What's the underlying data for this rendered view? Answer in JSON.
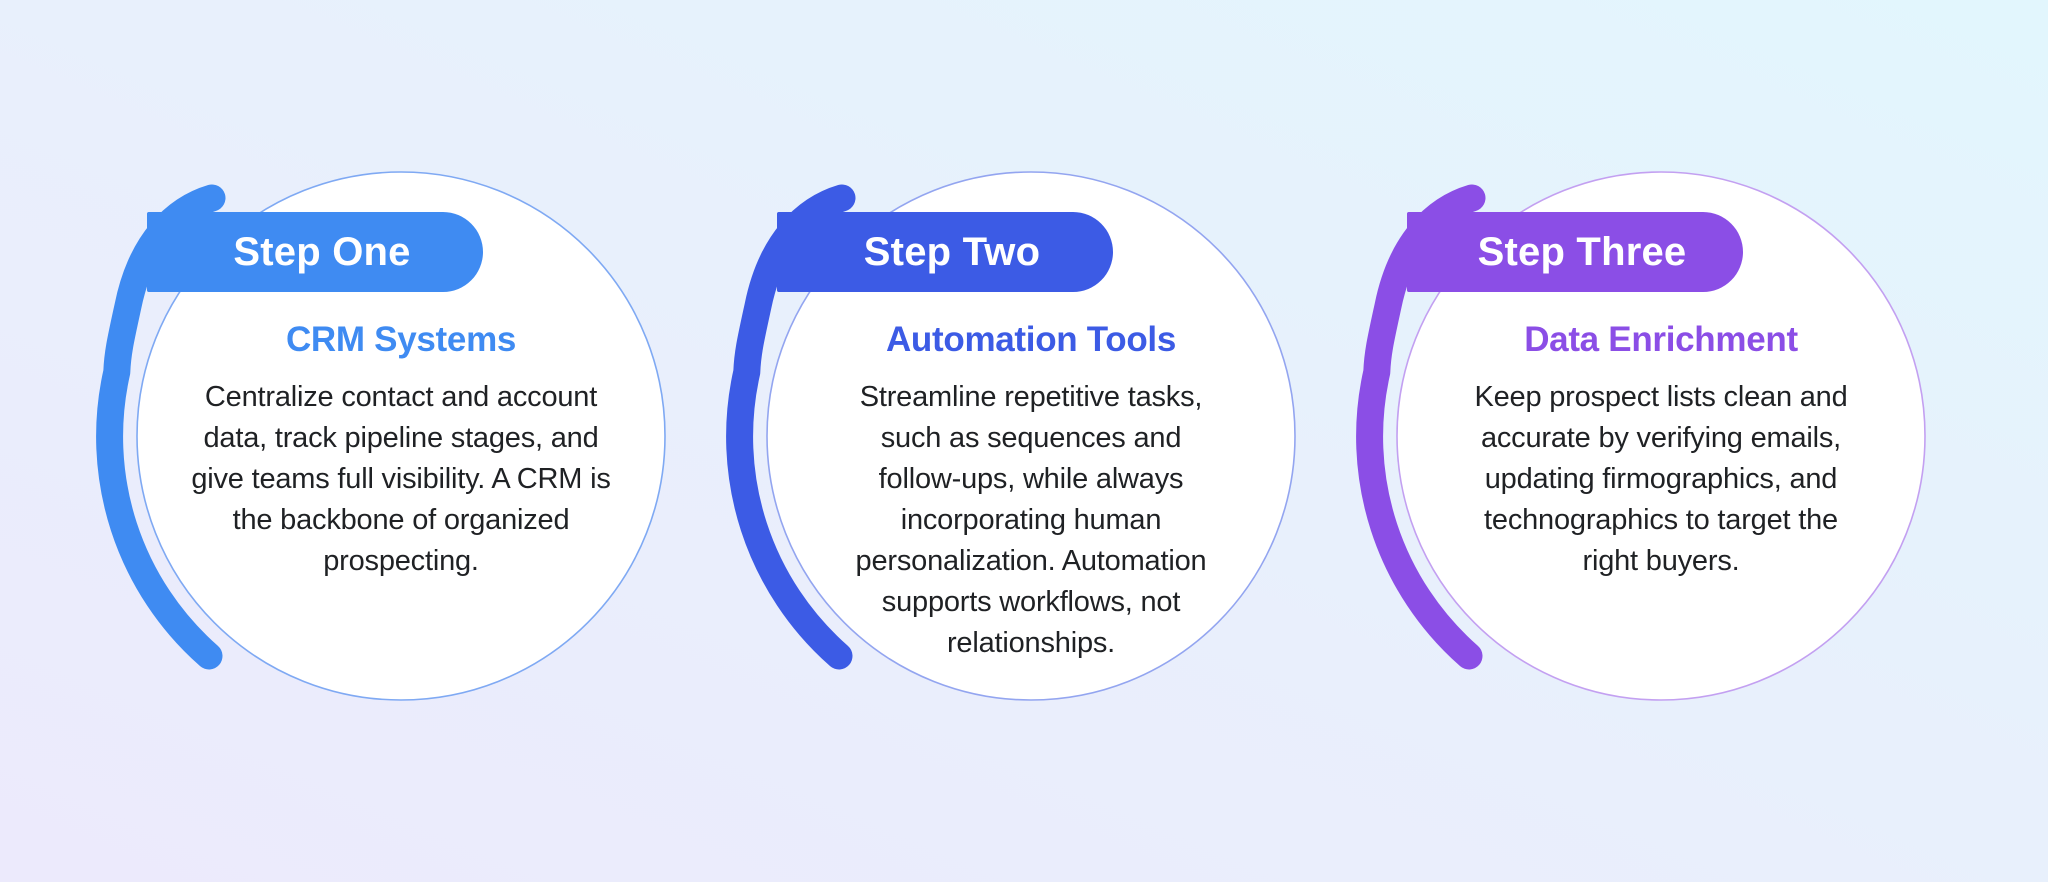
{
  "page": {
    "background": {
      "gradient_from": "#ECEAFC",
      "gradient_mid": "#E9EFFC",
      "gradient_to": "#E2F6FD"
    },
    "body_text_color": "#1F2124"
  },
  "cards": [
    {
      "step_label": "Step One",
      "title": "CRM Systems",
      "body": "Centralize contact and account\ndata, track pipeline stages, and\ngive teams full visibility. A CRM is\nthe backbone of organized\nprospecting.",
      "accent_color": "#3F8BF2",
      "ring_color": "#7FA9F3"
    },
    {
      "step_label": "Step Two",
      "title": "Automation Tools",
      "body": "Streamline repetitive tasks,\nsuch as sequences and\nfollow-ups, while always\nincorporating human\npersonalization. Automation\nsupports workflows, not\nrelationships.",
      "accent_color": "#3C5BE5",
      "ring_color": "#93A5F0"
    },
    {
      "step_label": "Step Three",
      "title": "Data Enrichment",
      "body": "Keep prospect lists clean and\naccurate by verifying emails,\nupdating firmographics, and\ntechnographics to target the\nright buyers.",
      "accent_color": "#8B4EE6",
      "ring_color": "#C3A0F1"
    }
  ]
}
